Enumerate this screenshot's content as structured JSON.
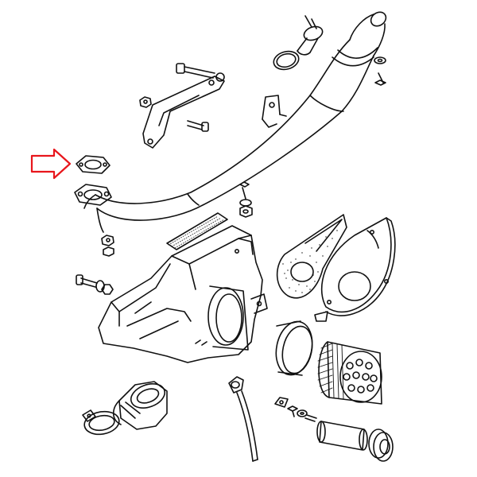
{
  "diagram": {
    "style": "exploded-parts line drawing",
    "stroke_color": "#111111",
    "background_color": "#ffffff",
    "highlight_color": "#e8161c",
    "highlighted_part": "exhaust-gasket",
    "parts": [
      "exhaust-pipe",
      "exhaust-gasket",
      "exhaust-flange",
      "hanger-bracket",
      "pipe-mount-bracket",
      "silencer-end-cap",
      "retaining-ring",
      "heat-shield-strip",
      "airbox-housing",
      "intake-ring",
      "air-filter-element",
      "airbox-cover",
      "fan-cover-plate",
      "intake-boot",
      "hose-clamp",
      "drain-hose",
      "filter-spacer",
      "rubber-grommet",
      "bolts-nuts-washers"
    ]
  }
}
